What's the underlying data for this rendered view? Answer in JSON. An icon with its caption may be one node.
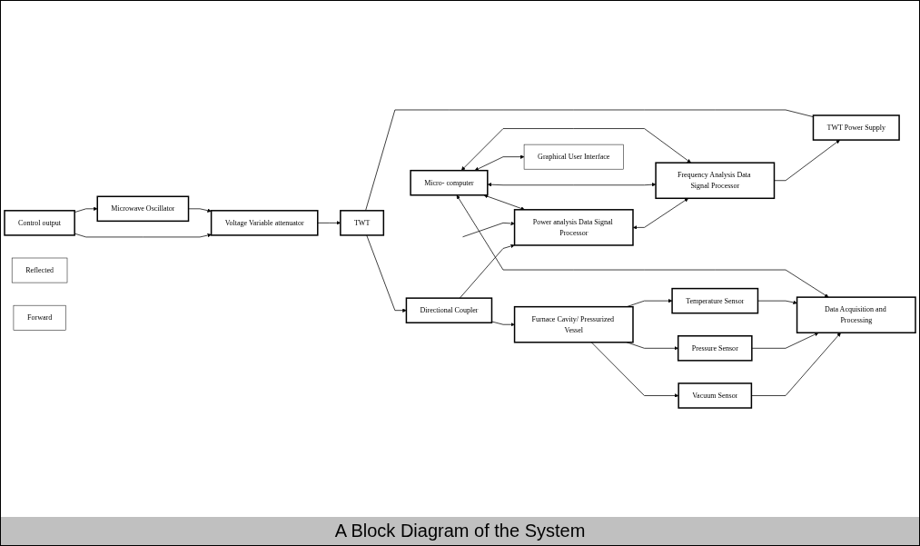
{
  "diagram": {
    "caption": "A Block Diagram of the System",
    "nodes": [
      {
        "text": [
          "Microwave Oscillator"
        ]
      },
      {
        "text": [
          "Voltage Variable attenuator"
        ]
      },
      {
        "text": [
          "TWT"
        ]
      },
      {
        "text": [
          "Directional Coupler"
        ]
      },
      {
        "text": [
          "Furnace Cavity/ Pressurized Vessel"
        ]
      },
      {
        "text": [
          "Control output"
        ]
      },
      {
        "text": [
          "Frequency Analysis Data Signal Processor"
        ]
      },
      {
        "text": [
          "TWT Power Supply"
        ]
      },
      {
        "text": [
          "Micro- computer"
        ]
      },
      {
        "text": [
          "Temperature Sensor"
        ]
      },
      {
        "text": [
          "Reflected"
        ]
      },
      {
        "text": [
          "Power analysis Data Signal Processor"
        ]
      },
      {
        "text": [
          "Forward"
        ]
      },
      {
        "text": [
          "Pressure Sensor"
        ]
      },
      {
        "text": [
          "Vacuum Sensor"
        ]
      },
      {
        "text": [
          "Data Acquisition and Processing"
        ]
      },
      {
        "text": [
          "Graphical User Interface"
        ]
      }
    ],
    "edges": [
      {
        "from": 0,
        "to": 1,
        "arrow": "to"
      },
      {
        "from": 1,
        "to": 2,
        "arrow": "to"
      },
      {
        "from": 2,
        "to": 3,
        "arrow": "to"
      },
      {
        "from": 3,
        "to": 4,
        "arrow": "to"
      },
      {
        "from": 5,
        "to": 0,
        "arrow": "to"
      },
      {
        "from": 5,
        "to": 1,
        "arrow": "to"
      },
      {
        "from": 2,
        "to": 7,
        "arrow": "none"
      },
      {
        "from": 6,
        "to": 7,
        "arrow": "to"
      },
      {
        "from": 8,
        "to": 6,
        "arrow": "both"
      },
      {
        "from": 8,
        "to": 6,
        "arrow": "both"
      },
      {
        "from": 8,
        "to": 11,
        "arrow": "both"
      },
      {
        "from": 8,
        "to": 15,
        "arrow": "both"
      },
      {
        "from": 8,
        "to": 16,
        "arrow": "both"
      },
      {
        "from": 4,
        "to": 9,
        "arrow": "to"
      },
      {
        "from": 4,
        "to": 13,
        "arrow": "to"
      },
      {
        "from": 4,
        "to": 14,
        "arrow": "to"
      },
      {
        "from": 11,
        "to": 6,
        "arrow": "both"
      },
      {
        "from": null,
        "to": 11,
        "arrow": "to"
      },
      {
        "from": 3,
        "to": 11,
        "arrow": "to"
      },
      {
        "from": 9,
        "to": 15,
        "arrow": "to"
      },
      {
        "from": 13,
        "to": 15,
        "arrow": "to"
      },
      {
        "from": 14,
        "to": 15,
        "arrow": "to"
      }
    ]
  }
}
